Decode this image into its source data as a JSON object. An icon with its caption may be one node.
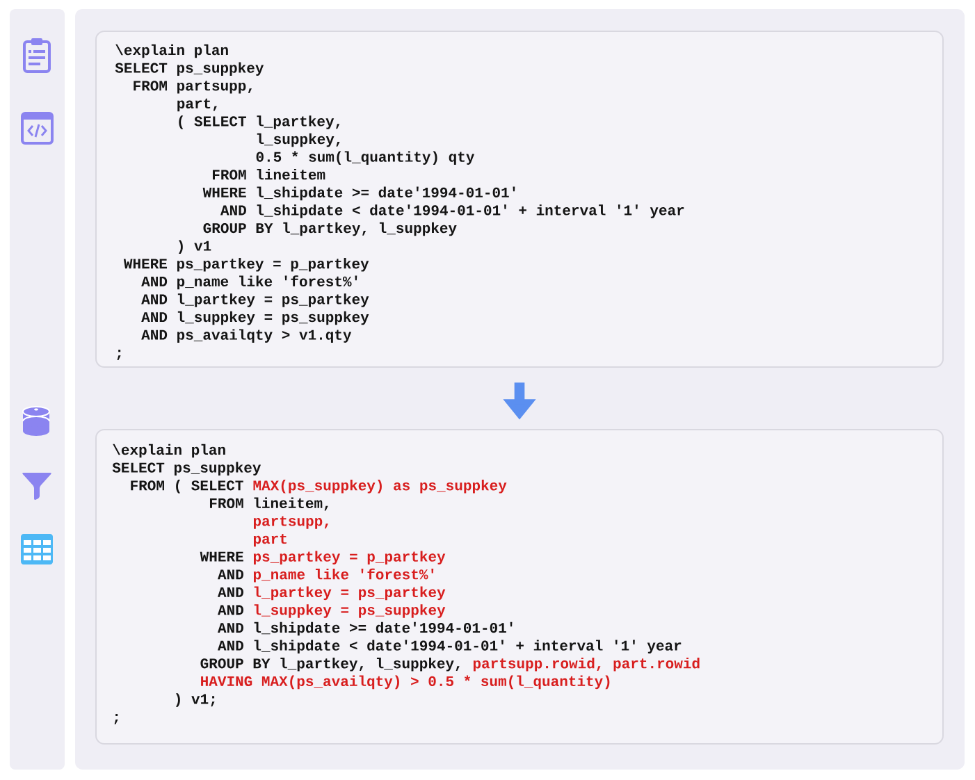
{
  "diagram": {
    "nodes": [
      {
        "text": [
          "\\explain plan",
          "SELECT ps_suppkey",
          "FROM partsupp,",
          "part,",
          "( SELECT l_partkey,",
          "l_suppkey,",
          "0.5 * sum(l_quantity) qty",
          "FROM lineitem",
          "WHERE l_shipdate >= date'1994-01-01'",
          "AND l_shipdate < date'1994-01-01' + interval '1' year",
          "GROUP BY l_partkey, l_suppkey",
          ") v1",
          "WHERE ps_partkey = p_partkey",
          "AND p_name like 'forest%'",
          "AND l_partkey = ps_partkey",
          "AND l_suppkey = ps_suppkey",
          "AND ps_availqty > v1.qty",
          ";"
        ]
      },
      {
        "text": [
          "\\explain plan",
          "SELECT ps_suppkey",
          "FROM ( SELECT",
          "MAX(ps_suppkey) as ps_suppkey",
          "FROM lineitem,",
          "partsupp,",
          "part",
          "WHERE",
          "ps_partkey = p_partkey",
          "AND",
          "p_name like 'forest%'",
          "AND",
          "l_partkey = ps_partkey",
          "AND",
          "l_suppkey = ps_suppkey",
          "AND l_shipdate >= date'1994-01-01'",
          "AND l_shipdate < date'1994-01-01' + interval '1' year",
          "GROUP BY l_partkey, l_suppkey,",
          "partsupp.rowid, part.rowid",
          "HAVING MAX(ps_availqty) > 0.5 * sum(l_quantity)",
          ") v1;",
          ";"
        ]
      }
    ],
    "edges": [
      {
        "from": 0,
        "to": 1,
        "arrow": "to"
      }
    ]
  }
}
